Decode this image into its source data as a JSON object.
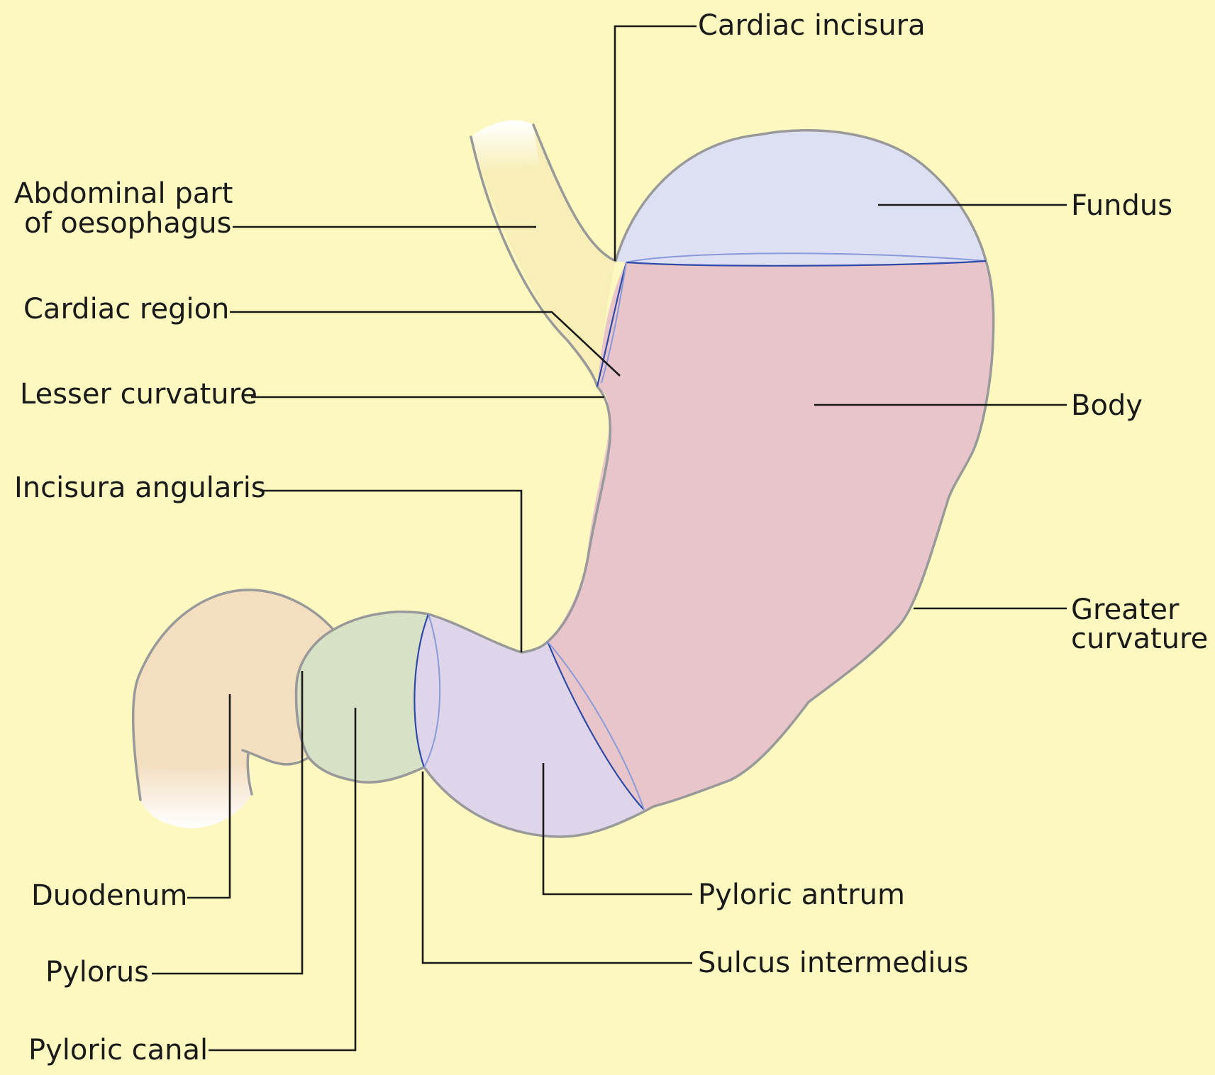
{
  "colors": {
    "background": "#fcf8c0",
    "oesophagus": "#f8efb8",
    "fundus": "#dde0f3",
    "body": "#e7c5cb",
    "pyloric_antrum": "#dfd5ea",
    "pyloric_canal": "#d6e1c5",
    "duodenum": "#f3dec0",
    "outline": "#999999",
    "region_boundary": "#2e4aa6",
    "leader_lines": "#1a1a1a"
  },
  "labels": {
    "cardiac_incisura": "Cardiac incisura",
    "abdominal_oesophagus_line1": "Abdominal part",
    "abdominal_oesophagus_line2": "of oesophagus",
    "fundus": "Fundus",
    "cardiac_region": "Cardiac region",
    "lesser_curvature": "Lesser curvature",
    "body": "Body",
    "incisura_angularis": "Incisura angularis",
    "greater_curvature_line1": "Greater",
    "greater_curvature_line2": "curvature",
    "duodenum": "Duodenum",
    "pyloric_antrum": "Pyloric antrum",
    "sulcus_intermedius": "Sulcus intermedius",
    "pylorus": "Pylorus",
    "pyloric_canal": "Pyloric canal"
  }
}
